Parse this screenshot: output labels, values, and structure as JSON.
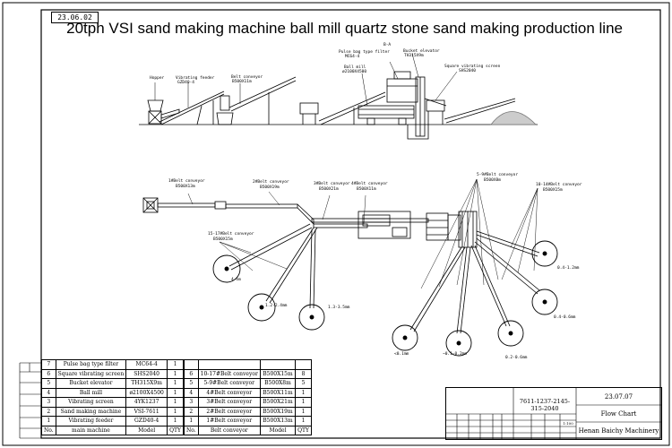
{
  "header": {
    "title": "20tph VSI sand making machine ball mill quartz stone sand making production line",
    "stamp": "23.06.02"
  },
  "elevation_labels": {
    "hopper": "Hopper",
    "vibrating_feeder": "Vibrating feeder",
    "vibrating_feeder_model": "GZD40-4",
    "belt_conveyor": "Belt conveyor",
    "belt_conveyor_model": "B500X11m",
    "pulse_filter": "Pulse bag type filter",
    "pulse_filter_model": "MC64-4",
    "ba": "B-A",
    "bucket_elevator": "Bucket elevator",
    "bucket_elevator_model": "TH315X9m",
    "ball_mill": "Ball mill",
    "ball_mill_model": "ø2100X4500",
    "square_screen": "Square vibrating screen",
    "square_screen_model": "SHS2040"
  },
  "plan_labels": {
    "c1": "1#Belt conveyor",
    "c1m": "B500X13m",
    "c2": "2#Belt conveyor",
    "c2m": "B500X19m",
    "c3": "3#Belt conveyor",
    "c3m": "B500X21m",
    "c4": "4#Belt conveyor",
    "c4m": "B500X11m",
    "c5": "5-9#Belt conveyor",
    "c5m": "B500X8m",
    "c10": "10-14#Belt conveyor",
    "c10m": "B500X15m",
    "c15": "15-17#Belt conveyor",
    "c15m": "B500X15m",
    "s4": "4-ôm",
    "s13": "1.3-3.5mm",
    "s12": "1.2-2.4mm",
    "s04a": "0.4-1.2mm",
    "s04b": "0.4-0.6mm",
    "s02": "0.2-0.6mm",
    "s01": "~0.1-0.2mm",
    "s00": "<0.1mm"
  },
  "machines": {
    "headers": [
      "No.",
      "main machine",
      "Model",
      "QTY"
    ],
    "rows": [
      [
        "7",
        "Pulse bag type filter",
        "MC64-4",
        "1"
      ],
      [
        "6",
        "Square vibrating screen",
        "SHS2040",
        "1"
      ],
      [
        "5",
        "Bucket elevator",
        "TH315X9m",
        "1"
      ],
      [
        "4",
        "Ball mill",
        "ø2100X4500",
        "1"
      ],
      [
        "3",
        "Vibrating screen",
        "4YK1237",
        "1"
      ],
      [
        "2",
        "Sand making machine",
        "VSI-7611",
        "1"
      ],
      [
        "1",
        "Vibrating feeder",
        "GZD40-4",
        "1"
      ]
    ]
  },
  "conveyors": {
    "headers": [
      "No.",
      "Belt conveyor",
      "Model",
      "QTY"
    ],
    "rows": [
      [
        "",
        "",
        "",
        ""
      ],
      [
        "6",
        "10-17#Belt conveyor",
        "B500X15m",
        "8"
      ],
      [
        "5",
        "5-9#Belt conveyor",
        "B500X8m",
        "5"
      ],
      [
        "4",
        "4#Belt conveyor",
        "B500X11m",
        "1"
      ],
      [
        "3",
        "3#Belt conveyor",
        "B500X21m",
        "1"
      ],
      [
        "2",
        "2#Belt conveyor",
        "B500X19m",
        "1"
      ],
      [
        "1",
        "1#Belt conveyor",
        "B500X13m",
        "1"
      ]
    ]
  },
  "title_block": {
    "drawing_no": "7611-1237-2145-315-2040",
    "date": "23.07.07",
    "drawing_name": "Flow Chart",
    "company": "Henan Baichy Machinery",
    "scale": "1:100"
  }
}
